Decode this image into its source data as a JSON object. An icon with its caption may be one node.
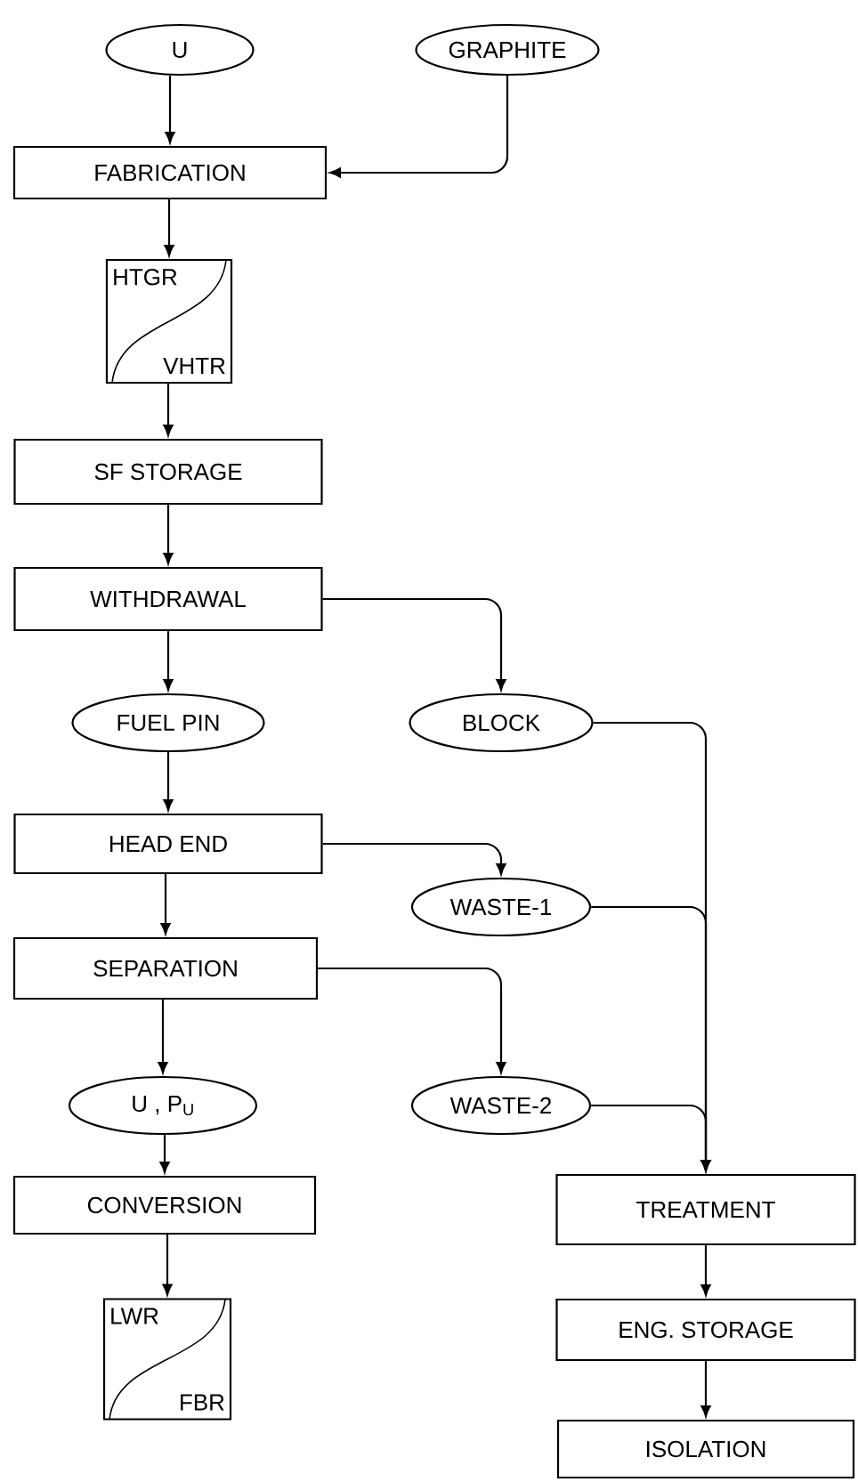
{
  "diagram": {
    "nodes": [
      {
        "text": [
          "U"
        ]
      },
      {
        "text": [
          "GRAPHITE"
        ]
      },
      {
        "text": [
          "FABRICATION"
        ]
      },
      {
        "text": [
          "HTGR",
          "VHTR"
        ]
      },
      {
        "text": [
          "SF STORAGE"
        ]
      },
      {
        "text": [
          "WITHDRAWAL"
        ]
      },
      {
        "text": [
          "FUEL PIN"
        ]
      },
      {
        "text": [
          "BLOCK"
        ]
      },
      {
        "text": [
          "HEAD END"
        ]
      },
      {
        "text": [
          "WASTE-1"
        ]
      },
      {
        "text": [
          "SEPARATION"
        ]
      },
      {
        "text": [
          "U , P$_{U}$"
        ]
      },
      {
        "text": [
          "WASTE-2"
        ]
      },
      {
        "text": [
          "CONVERSION"
        ]
      },
      {
        "text": [
          "LWR",
          "FBR"
        ]
      },
      {
        "text": [
          "TREATMENT"
        ]
      },
      {
        "text": [
          "ENG. STORAGE"
        ]
      },
      {
        "text": [
          "ISOLATION"
        ]
      }
    ],
    "edges": [
      {
        "from": 0,
        "to": 2,
        "arrow": "to"
      },
      {
        "from": 1,
        "to": 2,
        "arrow": "to"
      },
      {
        "from": 2,
        "to": 3,
        "arrow": "to"
      },
      {
        "from": 3,
        "to": 4,
        "arrow": "to"
      },
      {
        "from": 4,
        "to": 5,
        "arrow": "to"
      },
      {
        "from": 5,
        "to": 6,
        "arrow": "to"
      },
      {
        "from": 5,
        "to": 7,
        "arrow": "to"
      },
      {
        "from": 6,
        "to": 8,
        "arrow": "to"
      },
      {
        "from": 8,
        "to": 10,
        "arrow": "to"
      },
      {
        "from": 8,
        "to": 9,
        "arrow": "to"
      },
      {
        "from": 10,
        "to": 11,
        "arrow": "to"
      },
      {
        "from": 10,
        "to": 12,
        "arrow": "to"
      },
      {
        "from": 11,
        "to": 13,
        "arrow": "to"
      },
      {
        "from": 13,
        "to": 14,
        "arrow": "to"
      },
      {
        "from": 7,
        "to": 15,
        "arrow": "to"
      },
      {
        "from": 9,
        "to": 15,
        "arrow": "to"
      },
      {
        "from": 12,
        "to": 15,
        "arrow": "to"
      },
      {
        "from": 15,
        "to": 16,
        "arrow": "to"
      },
      {
        "from": 16,
        "to": 17,
        "arrow": "to"
      }
    ]
  }
}
